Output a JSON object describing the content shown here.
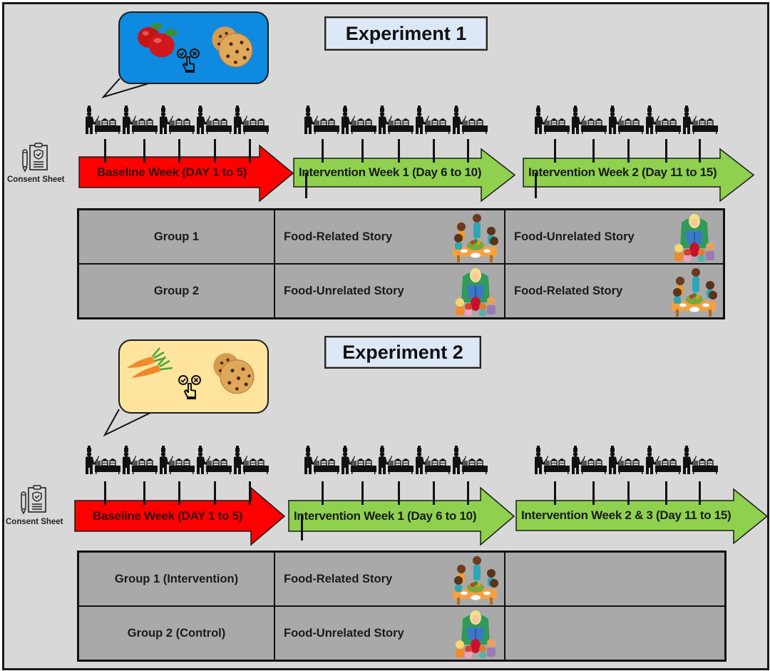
{
  "colors": {
    "background": "#d9d8d9",
    "baseline_arrow": "#ff0000",
    "intervention_arrow": "#8fd14f",
    "table_fill": "#a9a9a9",
    "exp1_bubble": "#0e8ae0",
    "exp2_bubble": "#ffe49e",
    "title_fill": "#dde8f7"
  },
  "experiment1": {
    "title": "Experiment 1",
    "bubble": {
      "items": [
        "apples-icon",
        "check-cross-choice-icon",
        "cookies-icon"
      ]
    },
    "consent_label": "Consent Sheet",
    "arrows": [
      {
        "label": "Baseline Week (DAY 1 to 5)",
        "type": "baseline"
      },
      {
        "label": "Intervention Week 1 (Day 6 to 10)",
        "type": "intervention"
      },
      {
        "label": "Intervention Week 2 (Day 11 to 15)",
        "type": "intervention"
      }
    ],
    "days_per_week": 5,
    "groups": [
      {
        "name": "Group 1",
        "week1": "Food-Related Story",
        "week1_icon": "children-eating-icon",
        "week2": "Food-Unrelated Story",
        "week2_icon": "storytelling-icon"
      },
      {
        "name": "Group 2",
        "week1": "Food-Unrelated Story",
        "week1_icon": "storytelling-icon",
        "week2": "Food-Related Story",
        "week2_icon": "children-eating-icon"
      }
    ]
  },
  "experiment2": {
    "title": "Experiment 2",
    "bubble": {
      "items": [
        "carrots-icon",
        "check-cross-choice-icon",
        "cookies-icon"
      ]
    },
    "consent_label": "Consent Sheet",
    "arrows": [
      {
        "label": "Baseline Week (DAY 1 to 5)",
        "type": "baseline"
      },
      {
        "label": "Intervention Week 1 (Day 6 to 10)",
        "type": "intervention"
      },
      {
        "label": "Intervention Week 2 & 3 (Day 11 to 15)",
        "type": "intervention"
      }
    ],
    "days_per_week": 5,
    "groups": [
      {
        "name": "Group 1 (Intervention)",
        "week1": "Food-Related Story",
        "week1_icon": "children-eating-icon",
        "week2": ""
      },
      {
        "name": "Group 2 (Control)",
        "week1": "Food-Unrelated Story",
        "week1_icon": "storytelling-icon",
        "week2": ""
      }
    ]
  }
}
